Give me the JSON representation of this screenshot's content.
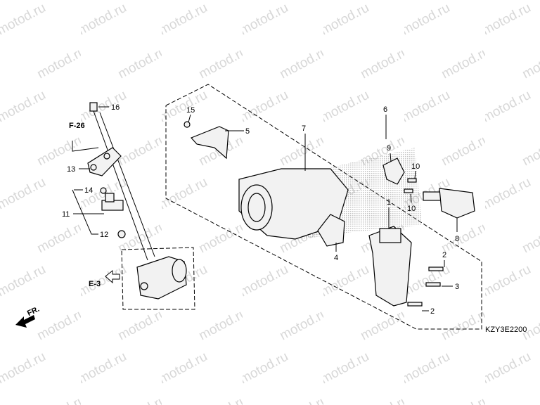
{
  "watermark": "motod.ru",
  "diagram_code": "KZY3E2200",
  "references": {
    "f26": "F-26",
    "e3": "E-3",
    "front": "FR."
  },
  "callouts": [
    {
      "id": "c16",
      "label": "16"
    },
    {
      "id": "c13",
      "label": "13"
    },
    {
      "id": "c14",
      "label": "14"
    },
    {
      "id": "c11",
      "label": "11"
    },
    {
      "id": "c12",
      "label": "12"
    },
    {
      "id": "c15",
      "label": "15"
    },
    {
      "id": "c5",
      "label": "5"
    },
    {
      "id": "c7",
      "label": "7"
    },
    {
      "id": "c6",
      "label": "6"
    },
    {
      "id": "c9",
      "label": "9"
    },
    {
      "id": "c10a",
      "label": "10"
    },
    {
      "id": "c10b",
      "label": "10"
    },
    {
      "id": "c1",
      "label": "1"
    },
    {
      "id": "c8",
      "label": "8"
    },
    {
      "id": "c4",
      "label": "4"
    },
    {
      "id": "c2a",
      "label": "2"
    },
    {
      "id": "c3",
      "label": "3"
    },
    {
      "id": "c2b",
      "label": "2"
    }
  ]
}
